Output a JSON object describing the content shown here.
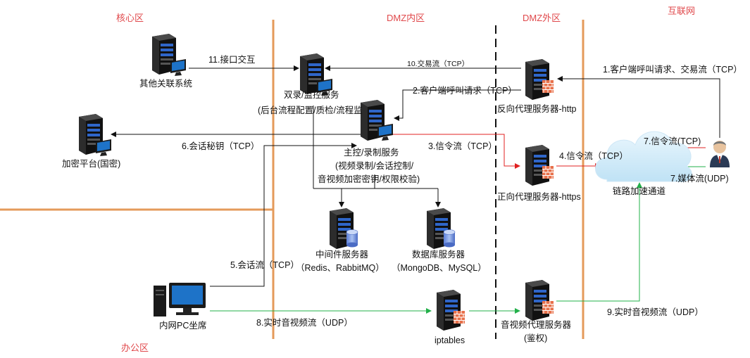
{
  "zones": {
    "core": "核心区",
    "dmz_inner": "DMZ内区",
    "dmz_outer": "DMZ外区",
    "internet": "互联网",
    "office": "办公区"
  },
  "nodes": {
    "other_systems": "其他关联系统",
    "dual_record_l1": "双录/监控服务",
    "dual_record_l2": "(后台流程配置/质检/流程监",
    "main_control_l1": "主控/录制服务",
    "main_control_l2": "(视频录制/会话控制/",
    "main_control_l3": "音视频加密密钥/权限校验)",
    "crypto": "加密平台(国密)",
    "reverse_proxy": "反向代理服务器-http",
    "forward_proxy": "正向代理服务器-https",
    "cloud": "链路加速通道",
    "middleware_l1": "中间件服务器",
    "middleware_l2": "（Redis、RabbitMQ）",
    "database_l1": "数据库服务器",
    "database_l2": "（MongoDB、MySQL）",
    "pc_seat": "内网PC坐席",
    "iptables": "iptables",
    "av_proxy_l1": "音视频代理服务器",
    "av_proxy_l2": "(鉴权)"
  },
  "flows": {
    "f11": "11.接口交互",
    "f10": "10.交易流（TCP）",
    "f1": "1.客户端呼叫请求、交易流（TCP）",
    "f2": "2.客户端呼叫请求（TCP）",
    "f6": "6.会话秘钥（TCP）",
    "f3": "3.信令流（TCP）",
    "f4": "4.信令流（TCP）",
    "f7a": "7.信令流(TCP)",
    "f7b": "7.媒体流(UDP)",
    "f5": "5.会话流（TCP）",
    "f8": "8.实时音视频流（UDP）",
    "f9": "9.实时音视频流（UDP）"
  },
  "colors": {
    "zone_label": "#e0484b",
    "boundary": "#e49a5a",
    "signal_arrow": "#e02020",
    "media_arrow": "#22b04a",
    "black_arrow": "#111111"
  }
}
